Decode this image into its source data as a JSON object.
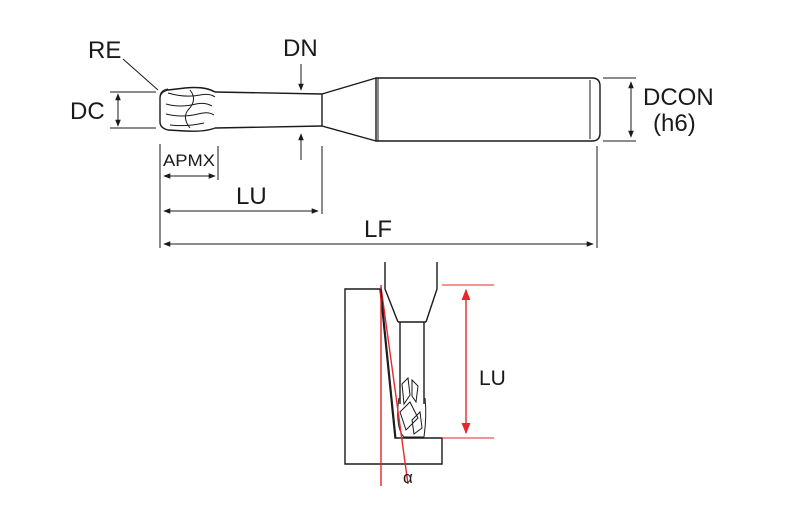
{
  "labels": {
    "re": "RE",
    "dn": "DN",
    "dc": "DC",
    "dcon": "DCON",
    "dcon_tol": "(h6)",
    "apmx": "APMX",
    "lu_top": "LU",
    "lf": "LF",
    "lu_side": "LU",
    "alpha": "α"
  },
  "colors": {
    "line": "#1a1a1a",
    "accent": "#e8262b",
    "shaft_fill": "#ffffff"
  }
}
